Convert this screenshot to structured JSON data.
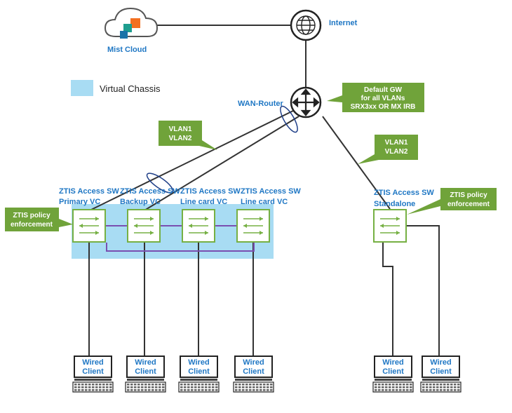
{
  "labels": {
    "mist_cloud": "Mist Cloud",
    "internet": "Internet",
    "wan_router": "WAN-Router",
    "legend": "Virtual Chassis",
    "default_gw": [
      "Default GW",
      "for all VLANs",
      "SRX3xx OR MX IRB"
    ],
    "vlan_left": [
      "VLAN1",
      "VLAN2"
    ],
    "vlan_right": [
      "VLAN1",
      "VLAN2"
    ],
    "policy_left": [
      "ZTIS policy",
      "enforcement"
    ],
    "policy_right": [
      "ZTIS policy",
      "enforcement"
    ],
    "switches": [
      [
        "ZTIS Access SW",
        "Primary VC"
      ],
      [
        "ZTIS Access SW",
        "Backup VC"
      ],
      [
        "ZTIS Access SW",
        "Line card VC"
      ],
      [
        "ZTIS Access SW",
        "Line card VC"
      ],
      [
        "ZTIS Access SW",
        "Standalone"
      ]
    ],
    "client": [
      "Wired",
      "Client"
    ]
  },
  "colors": {
    "label_blue": "#1f77c4",
    "green_box": "#70a33a",
    "switch_green": "#76b043",
    "vc_fill": "#a8dcf3",
    "vc_link": "#7a4fb0",
    "line": "#333333",
    "cloud_orange": "#f37021",
    "cloud_teal": "#1e9e8f"
  }
}
